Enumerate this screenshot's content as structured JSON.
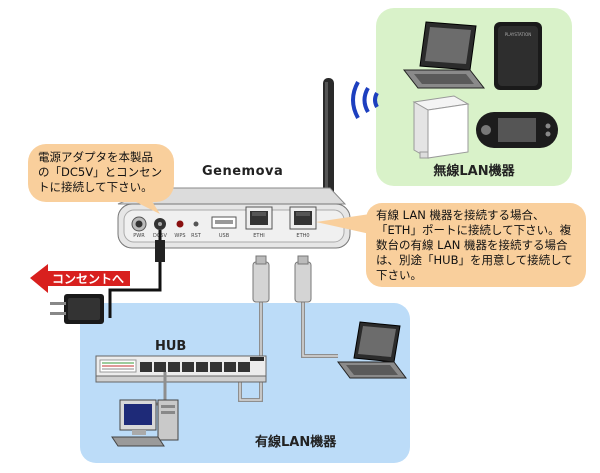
{
  "device": {
    "name": "Genemova",
    "ports": {
      "pwr": "PWR",
      "dc5v": "DC5V",
      "wps": "WPS",
      "rst": "RST",
      "usb": "USB",
      "eth1": "ETHI",
      "eth0": "ETH0"
    }
  },
  "callouts": {
    "power": "電源アダプタを本製品の「DC5V」とコンセントに接続して下さい。",
    "wired": "有線 LAN 機器を接続する場合、「ETH」ポートに接続して下さい。複数台の有線 LAN 機器を接続する場合は、別途「HUB」を用意して接続して下さい。"
  },
  "labels": {
    "wireless_devices": "無線LAN機器",
    "wired_devices": "有線LAN機器",
    "hub": "HUB",
    "outlet": "コンセントへ"
  },
  "colors": {
    "wireless_panel": "#d9f2c9",
    "wired_panel": "#bcdcf8",
    "callout_fill": "#f9cf9c",
    "outlet_arrow": "#d8201e"
  }
}
